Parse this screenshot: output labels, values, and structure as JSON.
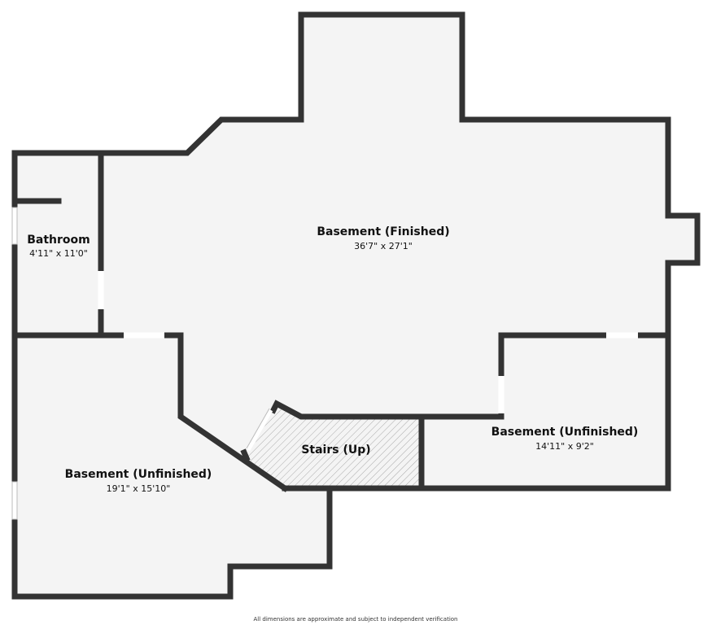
{
  "rooms": [
    {
      "name": "Basement (Finished)",
      "dims": "36'7\" x 27'1\""
    },
    {
      "name": "Bathroom",
      "dims": "4'11\" x 11'0\""
    },
    {
      "name": "Basement (Unfinished)",
      "dims": "14'11\" x 9'2\""
    },
    {
      "name": "Basement (Unfinished)",
      "dims": "19'1\" x 15'10\""
    },
    {
      "name": "Stairs (Up)"
    }
  ],
  "footer": "All dimensions are approximate and subject to independent verification",
  "colors": {
    "wall": "#333333",
    "floor": "#f4f4f4"
  }
}
